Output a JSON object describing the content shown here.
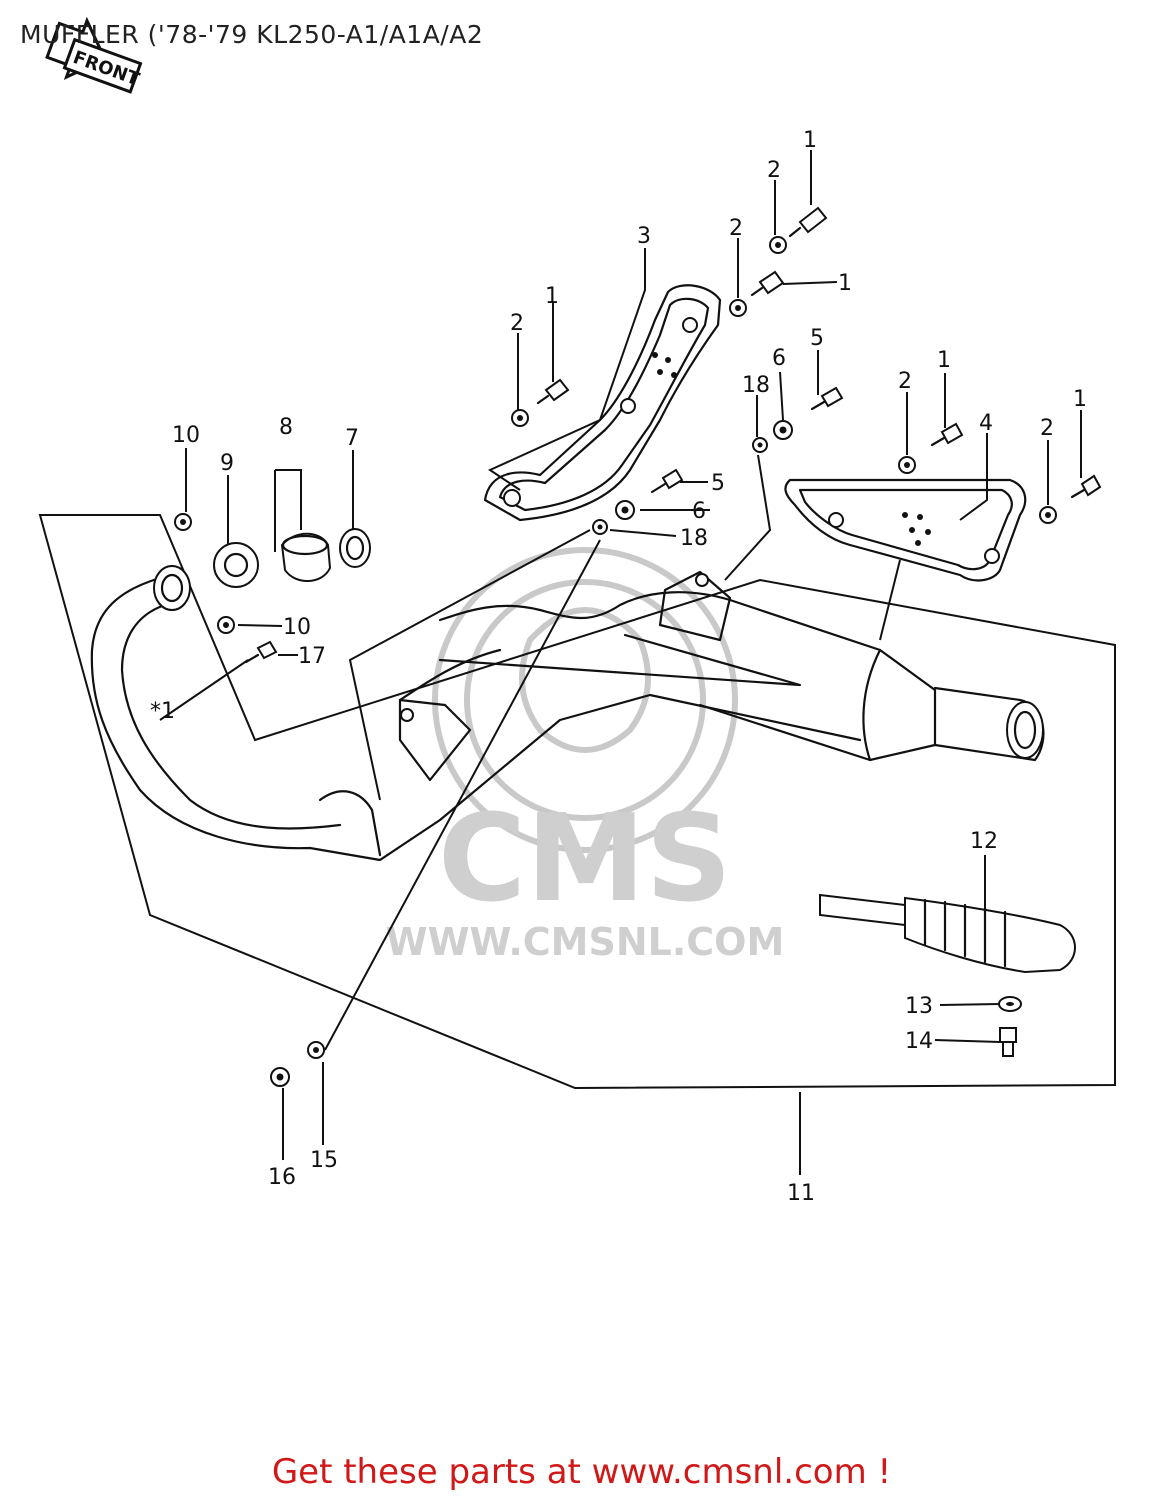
{
  "title": "MUFFLER ('78-'79 KL250-A1/A1A/A2",
  "front_badge": "FRONT",
  "watermark": {
    "brand": "CMS",
    "url": "WWW.CMSNL.COM"
  },
  "footer": "Get these parts at www.cmsnl.com !",
  "footer_color": "#d01818",
  "callouts": {
    "c1a": "1",
    "c2a": "2",
    "c1b": "1",
    "c2b": "2",
    "c3": "3",
    "c1c": "1",
    "c2c": "2",
    "c6a": "6",
    "c5a": "5",
    "c18a": "18",
    "c1d": "1",
    "c2d": "2",
    "c4": "4",
    "c1e": "1",
    "c2e": "2",
    "c10a": "10",
    "c9": "9",
    "c8": "8",
    "c7": "7",
    "c5b": "5",
    "c6b": "6",
    "c18b": "18",
    "c10b": "10",
    "c17": "17",
    "c12": "12",
    "c13": "13",
    "c14": "14",
    "c16": "16",
    "c15": "15",
    "c11": "11",
    "note": "*1"
  }
}
